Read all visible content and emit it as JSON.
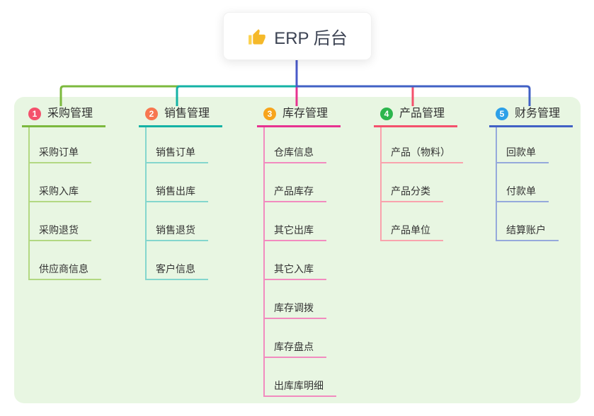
{
  "root": {
    "title": "ERP 后台",
    "icon": "thumbs-up-icon"
  },
  "theme": {
    "page_bg": "#ffffff",
    "panel_bg": "#e8f6e2",
    "text_color": "#333333",
    "root_text_color": "#3c4353",
    "root_line_color": "#4a5ac9",
    "thumb_color": "#f5b92a"
  },
  "branches": [
    {
      "badge": "1",
      "title": "采购管理",
      "badge_color": "#f4516c",
      "line_color": "#7cb93e",
      "child_line_color": "#b2d882",
      "children": [
        "采购订单",
        "采购入库",
        "采购退货",
        "供应商信息"
      ]
    },
    {
      "badge": "2",
      "title": "销售管理",
      "badge_color": "#f77750",
      "line_color": "#14b2a5",
      "child_line_color": "#84d6cd",
      "children": [
        "销售订单",
        "销售出库",
        "销售退货",
        "客户信息"
      ]
    },
    {
      "badge": "3",
      "title": "库存管理",
      "badge_color": "#f7a41c",
      "line_color": "#e73390",
      "child_line_color": "#f28bbf",
      "children": [
        "仓库信息",
        "产品库存",
        "其它出库",
        "其它入库",
        "库存调拨",
        "库存盘点",
        "出库库明细"
      ]
    },
    {
      "badge": "4",
      "title": "产品管理",
      "badge_color": "#2cb64d",
      "line_color": "#f4516c",
      "child_line_color": "#f9a3ad",
      "children": [
        "产品（物料）",
        "产品分类",
        "产品单位"
      ]
    },
    {
      "badge": "5",
      "title": "财务管理",
      "badge_color": "#2da0e8",
      "line_color": "#4161c5",
      "child_line_color": "#95a9db",
      "children": [
        "回款单",
        "付款单",
        "结算账户"
      ]
    }
  ]
}
